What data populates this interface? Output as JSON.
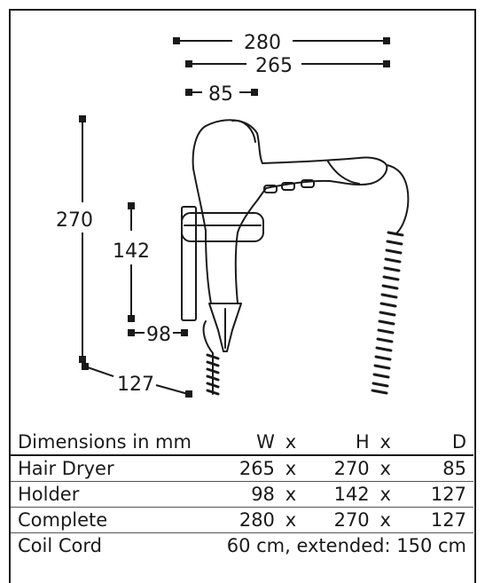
{
  "dimensions": {
    "width_total": "280",
    "width_dryer": "265",
    "nozzle": "85",
    "height_total": "270",
    "holder_height": "142",
    "holder_width": "98",
    "depth": "127"
  },
  "table": {
    "header": {
      "label": "Dimensions in mm",
      "w": "W",
      "x1": "x",
      "h": "H",
      "x2": "x",
      "d": "D"
    },
    "rows": [
      {
        "label": "Hair Dryer",
        "w": "265",
        "h": "270",
        "d": "85"
      },
      {
        "label": "Holder",
        "w": "98",
        "h": "142",
        "d": "127"
      },
      {
        "label": "Complete",
        "w": "280",
        "h": "270",
        "d": "127"
      }
    ],
    "sep": "x",
    "cord": {
      "label": "Coil Cord",
      "value": "60 cm, extended: 150 cm"
    }
  }
}
